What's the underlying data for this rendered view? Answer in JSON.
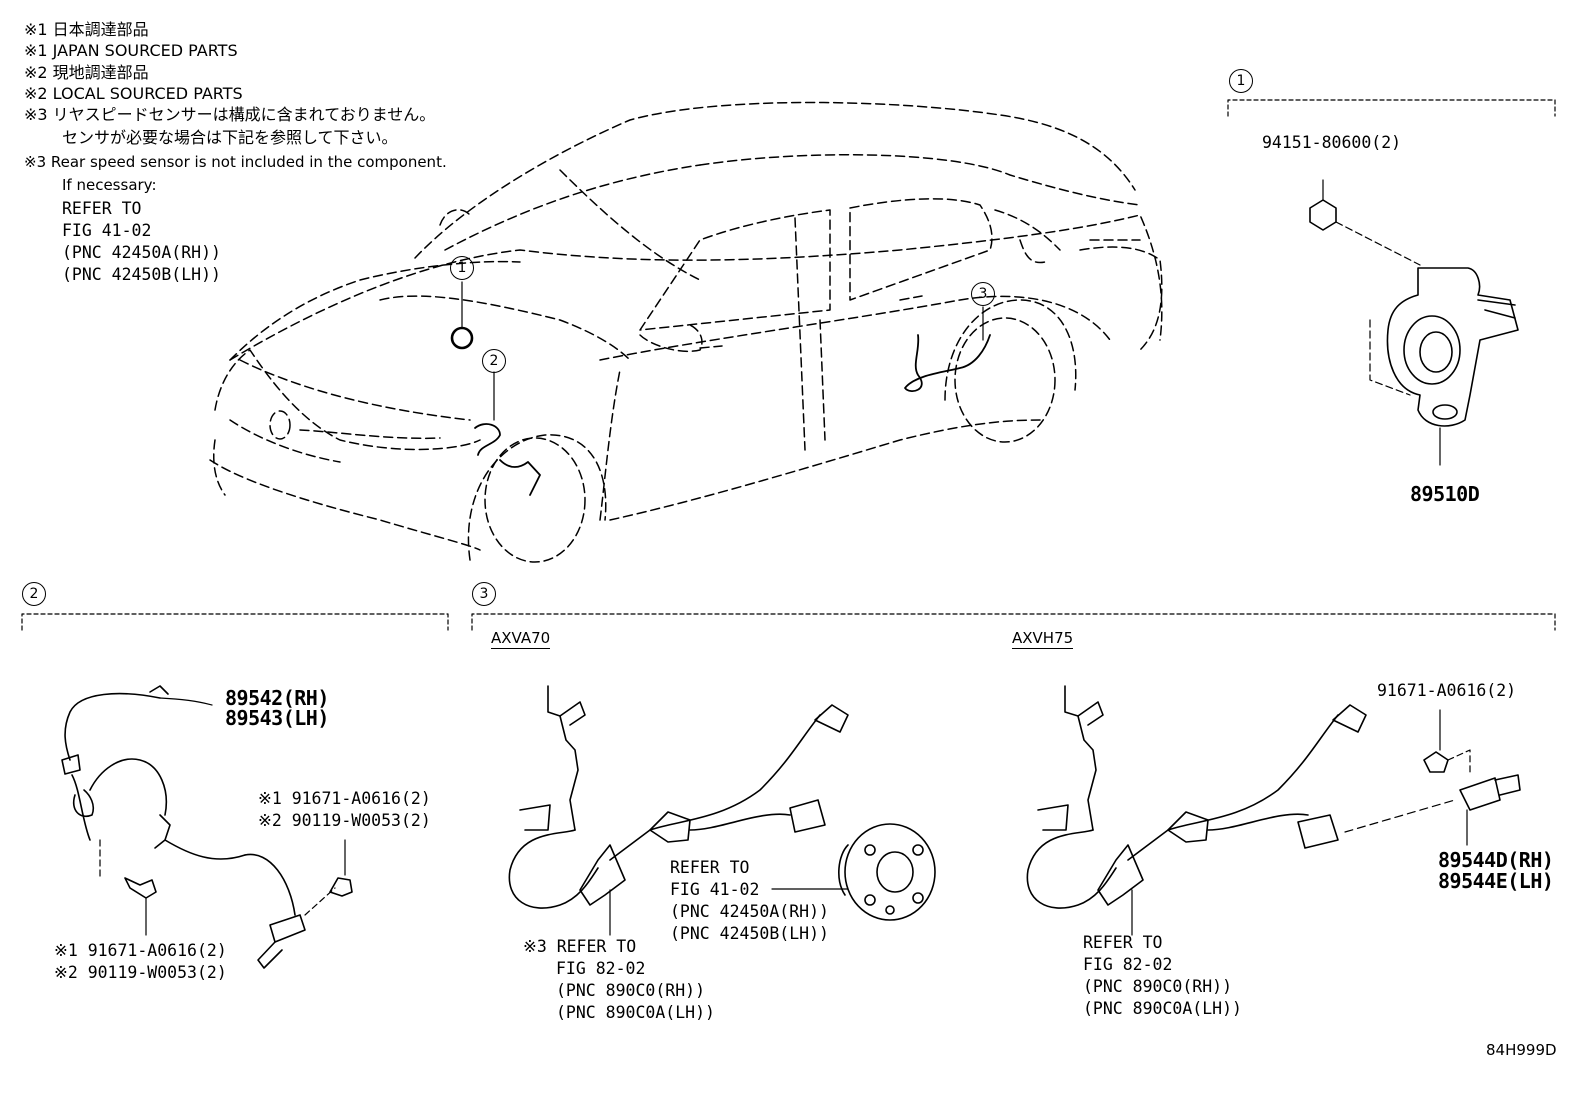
{
  "notes": {
    "n1_jp": "※1 日本調達部品",
    "n1_en": "※1 JAPAN SOURCED PARTS",
    "n2_jp": "※2 現地調達部品",
    "n2_en": "※2 LOCAL SOURCED PARTS",
    "n3_jp_1": "※3 リヤスピードセンサーは構成に含まれておりません。",
    "n3_jp_2": "センサが必要な場合は下記を参照して下さい。",
    "n3_en_1": "※3 Rear speed sensor is not included in the component.",
    "n3_en_2": "If necessary:",
    "refer_1": "REFER TO",
    "refer_2": "FIG 41-02",
    "refer_3": "(PNC 42450A(RH))",
    "refer_4": "(PNC 42450B(LH))"
  },
  "callouts": {
    "c1": "1",
    "c2": "2",
    "c3": "3"
  },
  "section1": {
    "label": "1",
    "bolt": "94151-80600(2)",
    "part": "89510D"
  },
  "section2": {
    "label": "2",
    "sensor_rh": "89542(RH)",
    "sensor_lh": "89543(LH)",
    "bolt_a_1": "※1 91671-A0616(2)",
    "bolt_a_2": "※2 90119-W0053(2)",
    "bolt_b_1": "※1 91671-A0616(2)",
    "bolt_b_2": "※2 90119-W0053(2)"
  },
  "section3": {
    "label": "3",
    "model_a": "AXVA70",
    "model_b": "AXVH75",
    "hub_ref_1": "REFER TO",
    "hub_ref_2": "FIG 41-02",
    "hub_ref_3": "(PNC 42450A(RH))",
    "hub_ref_4": "(PNC 42450B(LH))",
    "a_ref_1": "※3 REFER TO",
    "a_ref_2": "FIG 82-02",
    "a_ref_3": "(PNC 890C0(RH))",
    "a_ref_4": "(PNC 890C0A(LH))",
    "b_bolt": "91671-A0616(2)",
    "b_sensor_rh": "89544D(RH)",
    "b_sensor_lh": "89544E(LH)",
    "b_ref_1": "REFER TO",
    "b_ref_2": "FIG 82-02",
    "b_ref_3": "(PNC 890C0(RH))",
    "b_ref_4": "(PNC 890C0A(LH))"
  },
  "figure_code": "84H999D"
}
